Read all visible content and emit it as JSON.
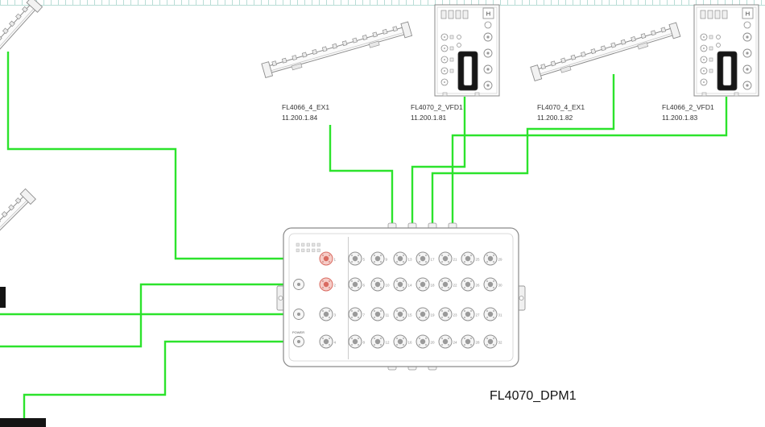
{
  "diagram": {
    "colors": {
      "connection": "#2ce32c",
      "highlight": "#d96a60"
    },
    "main_device": {
      "name": "FL4070_DPM1",
      "power_label": "POWER"
    },
    "top_devices": [
      {
        "name": "FL4066_4_EX1",
        "ip": "11.200.1.84"
      },
      {
        "name": "FL4070_2_VFD1",
        "ip": "11.200.1.81"
      },
      {
        "name": "FL4070_4_EX1",
        "ip": "11.200.1.82"
      },
      {
        "name": "FL4066_2_VFD1",
        "ip": "11.200.1.83"
      }
    ],
    "module_corner_label": "H",
    "ports": {
      "numbers": [
        1,
        2,
        3,
        4,
        5,
        6,
        7,
        8,
        9,
        10,
        11,
        12,
        13,
        14,
        15,
        16,
        17,
        18,
        19,
        20,
        21,
        22,
        23,
        24,
        25,
        26,
        27,
        28,
        29,
        30,
        31,
        32
      ],
      "highlighted": [
        1,
        2
      ]
    }
  }
}
